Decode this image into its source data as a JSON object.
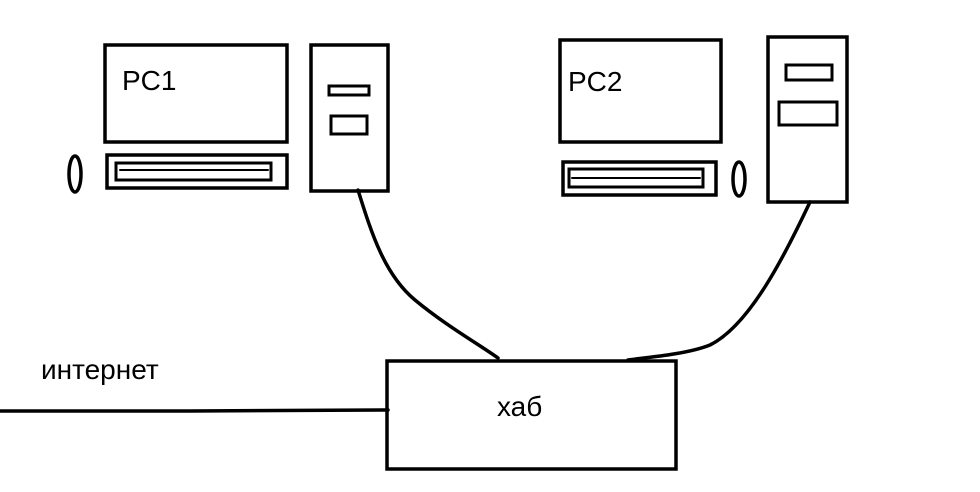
{
  "labels": {
    "pc1": "PC1",
    "pc2": "PC2",
    "hub": "хаб",
    "internet": "интернет"
  },
  "colors": {
    "stroke": "#000000",
    "background": "#ffffff"
  }
}
